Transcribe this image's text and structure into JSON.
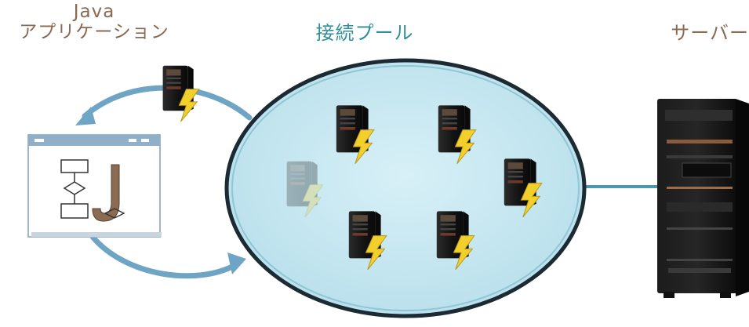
{
  "labels": {
    "java_line1": "Java",
    "java_line2": "アプリケーション",
    "pool": "接続プール",
    "server": "サーバー"
  },
  "colors": {
    "label_brown": "#8a6a52",
    "label_teal": "#2f8f98",
    "pool_fill": "#bfe4ef",
    "pool_ring": "#1c2a33",
    "arrow_blue": "#6fa5c4",
    "link_line": "#4c97ad",
    "bolt_yellow": "#f2cf2b",
    "app_window_border": "#9fb6c8",
    "j_letter": "#8b6b52"
  },
  "diagram": {
    "nodes": [
      {
        "name": "java-application",
        "icon": "application-window-icon"
      },
      {
        "name": "connection-pool",
        "icon": "pool-ellipse"
      },
      {
        "name": "server",
        "icon": "server-tower-icon"
      }
    ],
    "pool_connections": 6,
    "inactive_connections": 1
  }
}
